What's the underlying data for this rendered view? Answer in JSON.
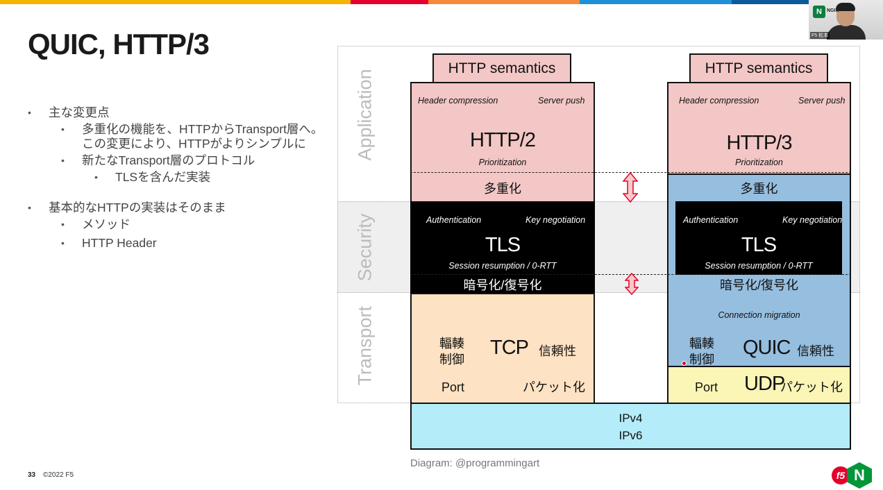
{
  "top_bar_colors": [
    "#f4b400",
    "#f4b400",
    "#e4002b",
    "#f58a3c",
    "#1e90d6",
    "#0a5a9c"
  ],
  "slide": {
    "title": "QUIC, HTTP/3",
    "page_number": "33",
    "copyright": "©2022 F5"
  },
  "bullets": {
    "b1": "主な変更点",
    "b1_1a": "多重化の機能を、HTTPからTransport層へ。",
    "b1_1b": "この変更により、HTTPがよりシンプルに",
    "b1_2": "新たなTransport層のプロトコル",
    "b1_2_1": "TLSを含んだ実装",
    "b2": "基本的なHTTPの実装はそのまま",
    "b2_1": "メソッド",
    "b2_2": "HTTP Header"
  },
  "diagram": {
    "bands": {
      "application": "Application",
      "security": "Security",
      "transport": "Transport"
    },
    "left": {
      "semantics": "HTTP semantics",
      "header_compression": "Header compression",
      "server_push": "Server push",
      "protocol": "HTTP/2",
      "prioritization": "Prioritization",
      "multiplexing": "多重化",
      "authentication": "Authentication",
      "key_negotiation": "Key negotiation",
      "tls": "TLS",
      "session": "Session resumption / 0-RTT",
      "encryption": "暗号化/復号化",
      "congestion_1": "輻輳",
      "congestion_2": "制御",
      "transport": "TCP",
      "reliability": "信頼性",
      "port": "Port",
      "packetization": "パケット化"
    },
    "right": {
      "semantics": "HTTP semantics",
      "header_compression": "Header compression",
      "server_push": "Server push",
      "protocol": "HTTP/3",
      "prioritization": "Prioritization",
      "multiplexing": "多重化",
      "authentication": "Authentication",
      "key_negotiation": "Key negotiation",
      "tls": "TLS",
      "session": "Session resumption / 0-RTT",
      "encryption": "暗号化/復号化",
      "connection_migration": "Connection migration",
      "congestion_1": "輻輳",
      "congestion_2": "制御",
      "transport": "QUIC",
      "reliability": "信頼性",
      "port": "Port",
      "udp": "UDP",
      "packetization": "パケット化"
    },
    "ipv4": "IPv4",
    "ipv6": "IPv6",
    "caption": "Diagram: @programmingart"
  },
  "webcam": {
    "badge": "N",
    "badge_text": "NGIN",
    "name": "F5 松本"
  },
  "logo": {
    "f5": "f5",
    "n": "N"
  }
}
